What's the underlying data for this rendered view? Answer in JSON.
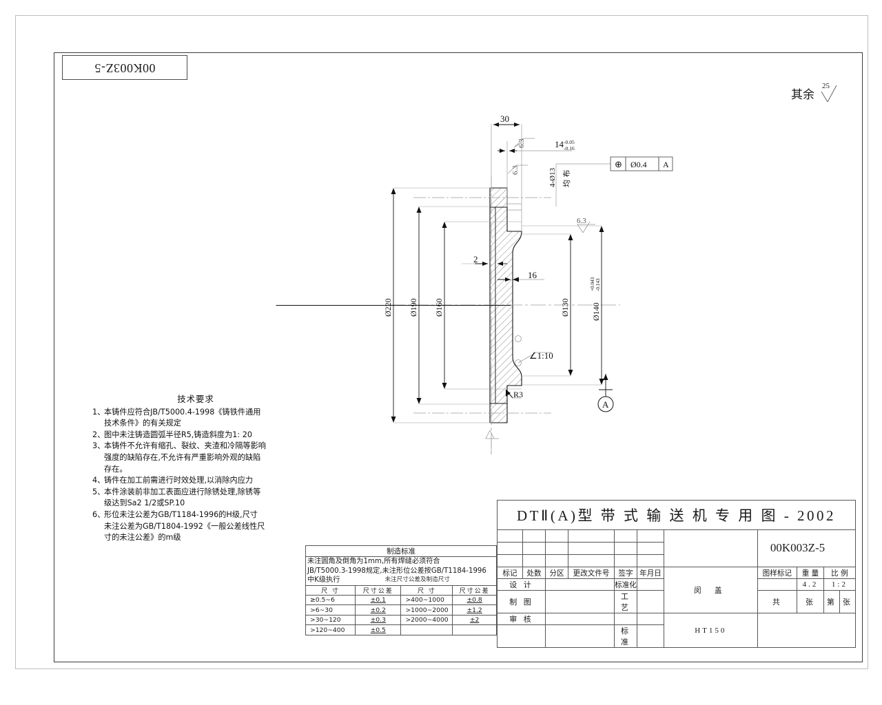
{
  "sheet": {
    "code_box_label": "00K003Z-5",
    "remainder_note": {
      "label": "其余",
      "roughness": "25"
    }
  },
  "drawing": {
    "dimensions": {
      "width_30": "30",
      "thickness_14": "14",
      "tol_14_upper": "-0.05",
      "tol_14_lower": "-0.16",
      "hole_note": "4-Ø13",
      "hole_distribution": "均 布",
      "gtol_symbol": "⊕",
      "gtol_value": "Ø0.4",
      "gtol_datum": "A",
      "dia_220": "Ø220",
      "dia_190": "Ø190",
      "dia_160": "Ø160",
      "dia_130": "Ø130",
      "dia_140": "Ø140",
      "tol_140_upper": "+0.043",
      "tol_140_lower": "-0.143",
      "rib_2": "2",
      "step_16": "16",
      "taper": "∠1:10",
      "radius_r3": "R3",
      "datum_label": "A",
      "roughness_63_a": "6.3",
      "roughness_63_b": "6.3",
      "roughness_63_c": "6.3"
    }
  },
  "technical_requirements": {
    "title": "技术要求",
    "items": [
      {
        "n": "1、",
        "lines": [
          "本铸件应符合JB/T5000.4-1998《铸铁件通用",
          "技术条件》的有关规定"
        ]
      },
      {
        "n": "2、",
        "lines": [
          "图中未注铸造圆弧半径R5,铸造斜度为1: 20"
        ]
      },
      {
        "n": "3、",
        "lines": [
          "本铸件不允许有缩孔、裂纹、夹渣和冷隔等影响",
          "强度的缺陷存在,不允许有严重影响外观的缺陷",
          "存在。"
        ]
      },
      {
        "n": "4、",
        "lines": [
          "铸件在加工前需进行时效处理,以消除内应力"
        ]
      },
      {
        "n": "5、",
        "lines": [
          "本件涂装前非加工表面应进行除锈处理,除锈等",
          "级达到Sa2 1/2或SP.10"
        ]
      },
      {
        "n": "6、",
        "lines": [
          "形位未注公差为GB/T1184-1996的H级,尺寸",
          "未注公差为GB/T1804-1992《一般公差线性尺",
          "寸的未注公差》的m级"
        ]
      }
    ]
  },
  "manufacturing_standard": {
    "title": "制造标准",
    "paragraph": [
      "未注圆角及倒角为1mm,所有焊缝必须符合",
      "JB/T5000.3-1998规定,未注形位公差按GB/T1184-1996",
      "中K级执行"
    ],
    "sub_title": "未注尺寸公差及制造尺寸",
    "headers": [
      "尺  寸",
      "尺寸公差",
      "尺  寸",
      "尺寸公差"
    ],
    "rows": [
      [
        "≥0.5~6",
        "±0.1",
        ">400~1000",
        "±0.8"
      ],
      [
        ">6~30",
        "±0.2",
        ">1000~2000",
        "±1.2"
      ],
      [
        ">30~120",
        "±0.3",
        ">2000~4000",
        "±2"
      ],
      [
        ">120~400",
        "±0.5",
        "",
        ""
      ]
    ]
  },
  "title_block": {
    "main_title": "DTⅡ(A)型  带 式 输 送 机 专 用 图 - 2002",
    "revision_headers": [
      "标记",
      "处数",
      "分区",
      "更改文件号",
      "签字",
      "年月日"
    ],
    "roles_left": [
      "设  计",
      "制  图",
      "审  核",
      ""
    ],
    "roles_right": [
      "标准化",
      "工  艺",
      "",
      "标  准"
    ],
    "part_name": "闵  盖",
    "material": "HT150",
    "drawing_number": "00K003Z-5",
    "right_headers": [
      "图样标记",
      "重  量",
      "比  例"
    ],
    "weight": "4.2",
    "scale": "1:2",
    "sheet_row": [
      "共",
      "张",
      "第",
      "张"
    ]
  }
}
